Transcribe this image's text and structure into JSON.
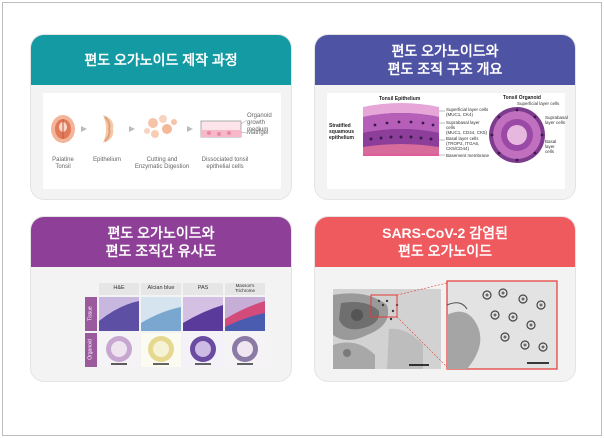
{
  "cards": [
    {
      "title_lines": [
        "편도 오가노이드 제작 과정"
      ]
    },
    {
      "title_lines": [
        "편도 오가노이드와",
        "편도 조직 구조 개요"
      ]
    },
    {
      "title_lines": [
        "편도 오가노이드와",
        "편도 조직간 유사도"
      ]
    },
    {
      "title_lines": [
        "SARS-CoV-2 감염된",
        "편도 오가노이드"
      ]
    }
  ],
  "process": {
    "steps": [
      "Palatine\nTonsil",
      "Epithelium",
      "Cutting and\nEnzymatic Digestion",
      "Dissociated tonsil\nepithelial cells"
    ],
    "plate_labels": [
      "Organoid\ngrowth medium",
      "Matrigel"
    ]
  },
  "structure": {
    "epithelium_title": "Tonsil Epithelium",
    "organoid_title": "Tonsil Organoid",
    "side_label": "Stratified\nsquamous\nepithelium",
    "layer_labels": [
      "Superficial layer cells\n(MUC1, CK4)",
      "Suprabasal layer cells\n(MUC1, CD44, CK5)",
      "Basal layer cells\n(TROP2, ITGA6,\nCK5/CD44)",
      "Basement membrane"
    ],
    "organoid_labels": [
      "Superficial layer cells",
      "Suprabasal\nlayer cells",
      "Basal layer\ncells"
    ]
  },
  "similarity": {
    "stains": [
      "H&E",
      "Alcian blue",
      "PAS",
      "Masson's\nTrichrome"
    ],
    "rows": [
      "Tissue",
      "Organoid"
    ]
  },
  "colors": {
    "teal": "#139aa3",
    "indigo": "#4f53a4",
    "purple": "#8e3f97",
    "coral": "#ef5a5f"
  }
}
